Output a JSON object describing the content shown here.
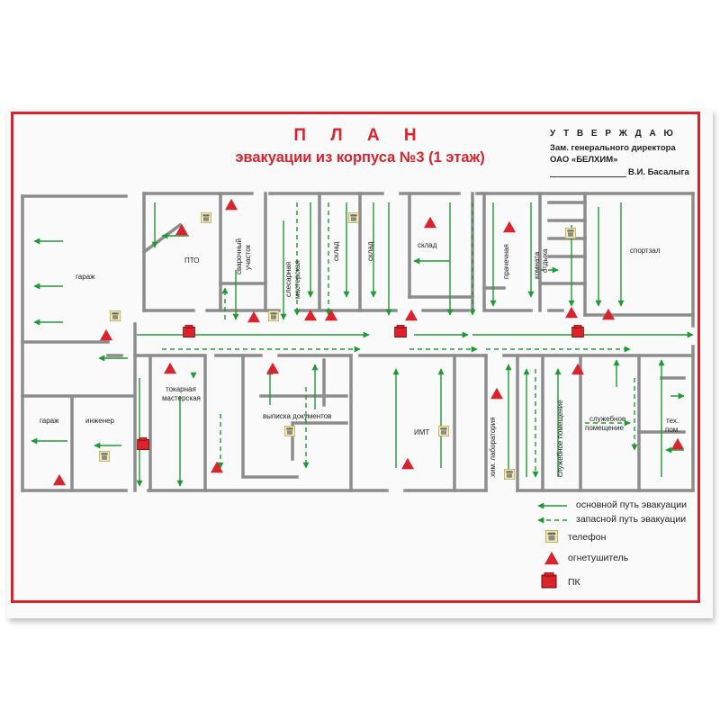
{
  "title": {
    "line1": "П Л А Н",
    "line2": "эвакуации из корпуса №3 (1 этаж)"
  },
  "approval": {
    "heading": "У Т В Е Р Ж Д А Ю",
    "position": "Зам. генерального директора",
    "company": "ОАО «БЕЛХИМ»",
    "signature": "В.И. Басалыга"
  },
  "rooms": {
    "garage_big": "гараж",
    "pto": "ПТО",
    "welding": [
      "сварочный",
      "участок"
    ],
    "locksmith": [
      "слесарная",
      "мастерская"
    ],
    "warehouse_1": "склад",
    "warehouse_2": "склад",
    "warehouse_3": "склад",
    "laundry": "прачечная",
    "rest_room": [
      "комната",
      "отдыха"
    ],
    "gym": "спортзал",
    "garage_small": "гараж",
    "engineer": "инженер",
    "lathe_shop": [
      "токарная",
      "мастерская"
    ],
    "documents": "выписка документов",
    "imt": "ИМТ",
    "chem_lab": "хим. лаборатория",
    "service_1": "служебное помещение",
    "service_2": [
      "служебное",
      "помещение"
    ],
    "tech_room": [
      "тех.",
      "пом."
    ]
  },
  "legend": {
    "main_route": "основной путь эвакуации",
    "spare_route": "запасной путь эвакуации",
    "phone": "телефон",
    "extinguisher": "огнетушитель",
    "fire_cabinet": "ПК"
  },
  "colors": {
    "frame": "#d9232d",
    "wall": "#8c8c8c",
    "route": "#1f9a34",
    "extinguisher": "#d9232d",
    "fire_cabinet": "#d9232d",
    "phone": "#f3ecb0"
  },
  "icons": {
    "phone": "phone-icon",
    "extinguisher": "fire-extinguisher-icon",
    "fire_cabinet": "fire-hose-cabinet-icon"
  }
}
